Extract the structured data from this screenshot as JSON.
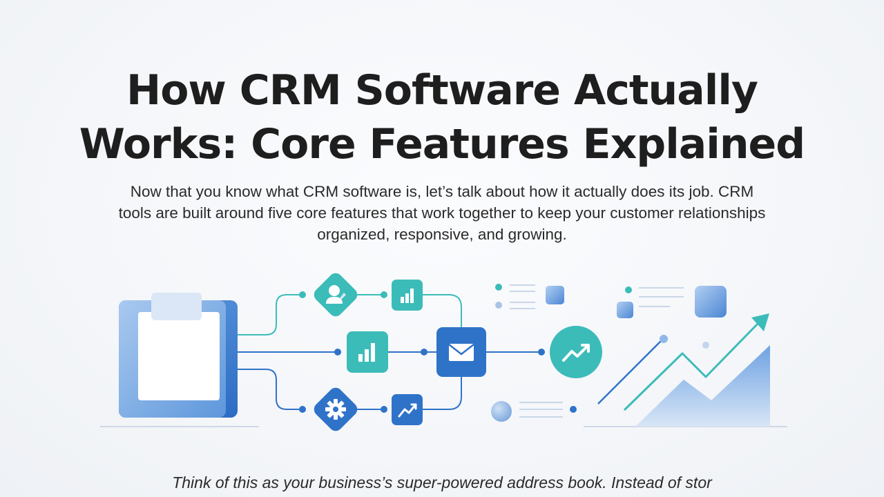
{
  "article": {
    "title_line1": "How CRM Software Actually",
    "title_line2": "Works: Core Features Explained",
    "intro": "Now that you know what CRM software is, let’s talk about how it actually does its job. CRM tools are built around five core features that work together to keep your customer relationships organized, responsive, and growing.",
    "bottom_text": "Think of this as your business’s super-powered address book. Instead of stor"
  },
  "illustration": {
    "icons": {
      "contact": "user-contact-icon",
      "chart_top": "bar-chart-icon",
      "chart_mid": "bar-chart-icon",
      "settings": "gear-icon",
      "trend_small": "trend-up-icon",
      "email": "envelope-icon",
      "growth": "trend-up-icon",
      "clipboard": "clipboard-icon"
    },
    "colors": {
      "teal": "#3cbcb9",
      "blue": "#2f73c9",
      "light_blue": "#8fb8e8",
      "pale_blue": "#dbe7f6"
    }
  }
}
